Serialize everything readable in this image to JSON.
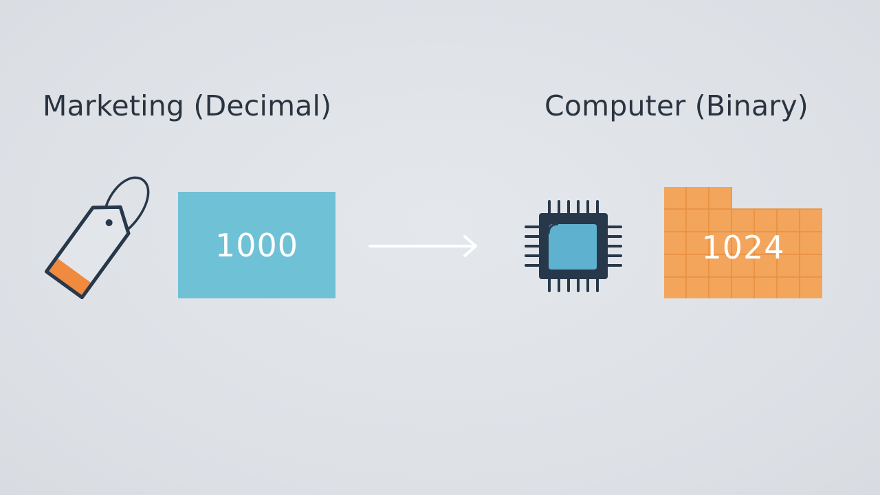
{
  "left_heading": "Marketing (Decimal)",
  "right_heading": "Computer (Binary)",
  "decimal_value": "1000",
  "binary_value": "1024",
  "icons": {
    "tag": "price-tag-icon",
    "arrow": "arrow-right-icon",
    "chip": "microchip-icon"
  },
  "colors": {
    "background": "#dfe3e8",
    "text": "#2a3440",
    "decimal_box": "#6fc1d6",
    "binary_grid": "#f3a55c",
    "tag_stripe": "#f08a3e",
    "chip_core": "#5fb2cf",
    "outline": "#27384a"
  }
}
